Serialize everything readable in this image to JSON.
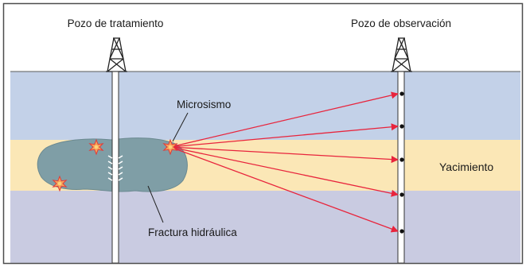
{
  "labels": {
    "treatment_well": "Pozo de tratamiento",
    "observation_well": "Pozo de observación",
    "microseism": "Microsismo",
    "reservoir": "Yacimiento",
    "hydraulic_fracture": "Fractura hidráulica"
  },
  "colors": {
    "upper_layer": "#c3d1e8",
    "reservoir_layer": "#fbe7b6",
    "lower_layer": "#c9cbe1",
    "fracture": "#7f9ea6",
    "ray": "#e8243c",
    "frame": "#4d4d4d",
    "microseism_burst": "#f5a35b"
  },
  "icons": {
    "well": "derrick-icon",
    "event": "starburst-icon",
    "receiver": "receiver-dot-icon"
  }
}
